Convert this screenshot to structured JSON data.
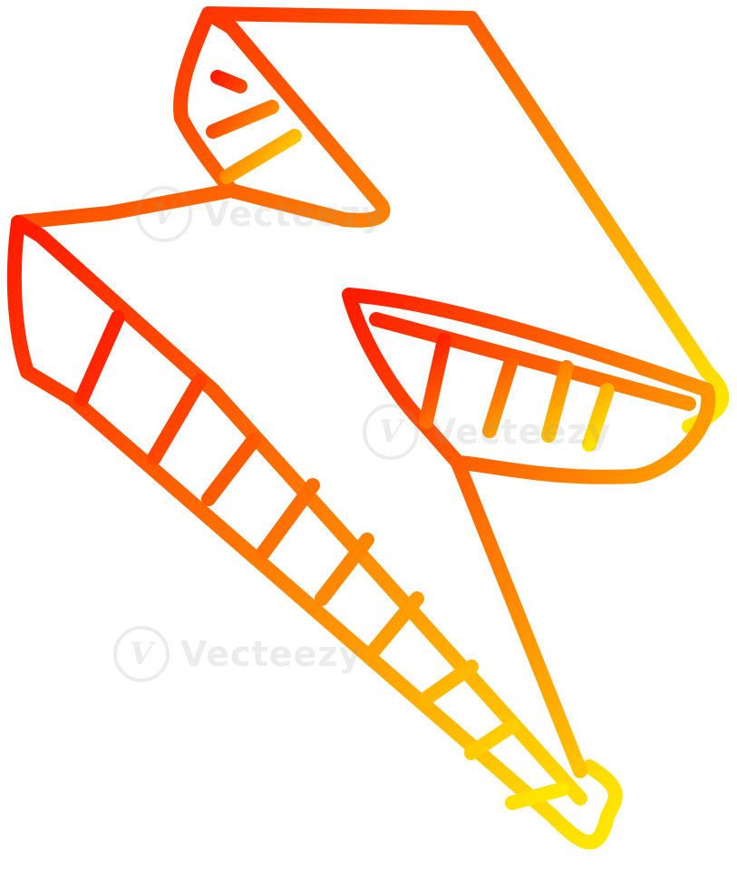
{
  "illustration": {
    "subject": "lightning-bolt",
    "stroke_gradient": {
      "start": "#ff1a00",
      "middle": "#ff8a00",
      "end": "#ffea00"
    },
    "fill": "#ffffff"
  },
  "watermark": {
    "brand": "Vecteezy",
    "logo_letter": "V",
    "color": "#9a9a9a"
  }
}
